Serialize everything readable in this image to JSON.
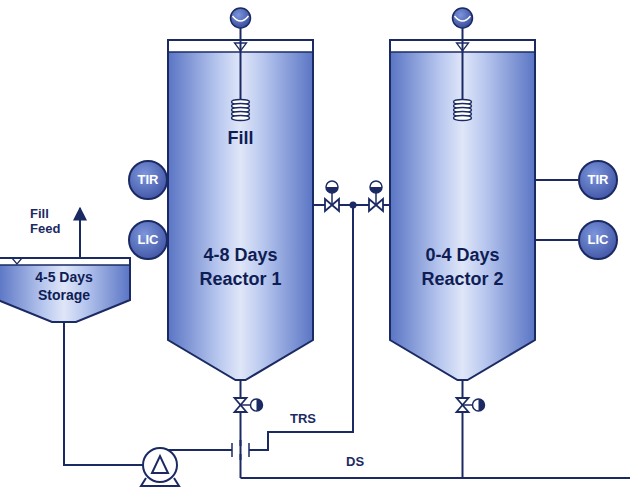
{
  "diagram": {
    "nodes": [
      {
        "text": [
          "TIR"
        ]
      },
      {
        "text": [
          "Fill",
          "4-8 Days",
          "Reactor 1"
        ]
      },
      {
        "text": [
          "0-4 Days",
          "Reactor 2"
        ]
      },
      {
        "text": [
          "TIR"
        ]
      },
      {
        "text": [
          "LIC"
        ]
      },
      {
        "text": [
          "LIC"
        ]
      },
      {
        "text": [
          "4-5 Days",
          "Storage"
        ]
      }
    ],
    "edges": [
      {
        "from": 0,
        "to": 1,
        "arrow": "none"
      },
      {
        "from": 4,
        "to": 1,
        "arrow": "none"
      },
      {
        "from": 3,
        "to": 2,
        "arrow": "none"
      },
      {
        "from": 5,
        "to": 2,
        "arrow": "none"
      },
      {
        "from": 6,
        "to": 1,
        "arrow": "none"
      },
      {
        "from": 6,
        "to": 2,
        "arrow": "none"
      }
    ],
    "labels": [
      "Fill Feed",
      "TRS",
      "DS"
    ]
  }
}
